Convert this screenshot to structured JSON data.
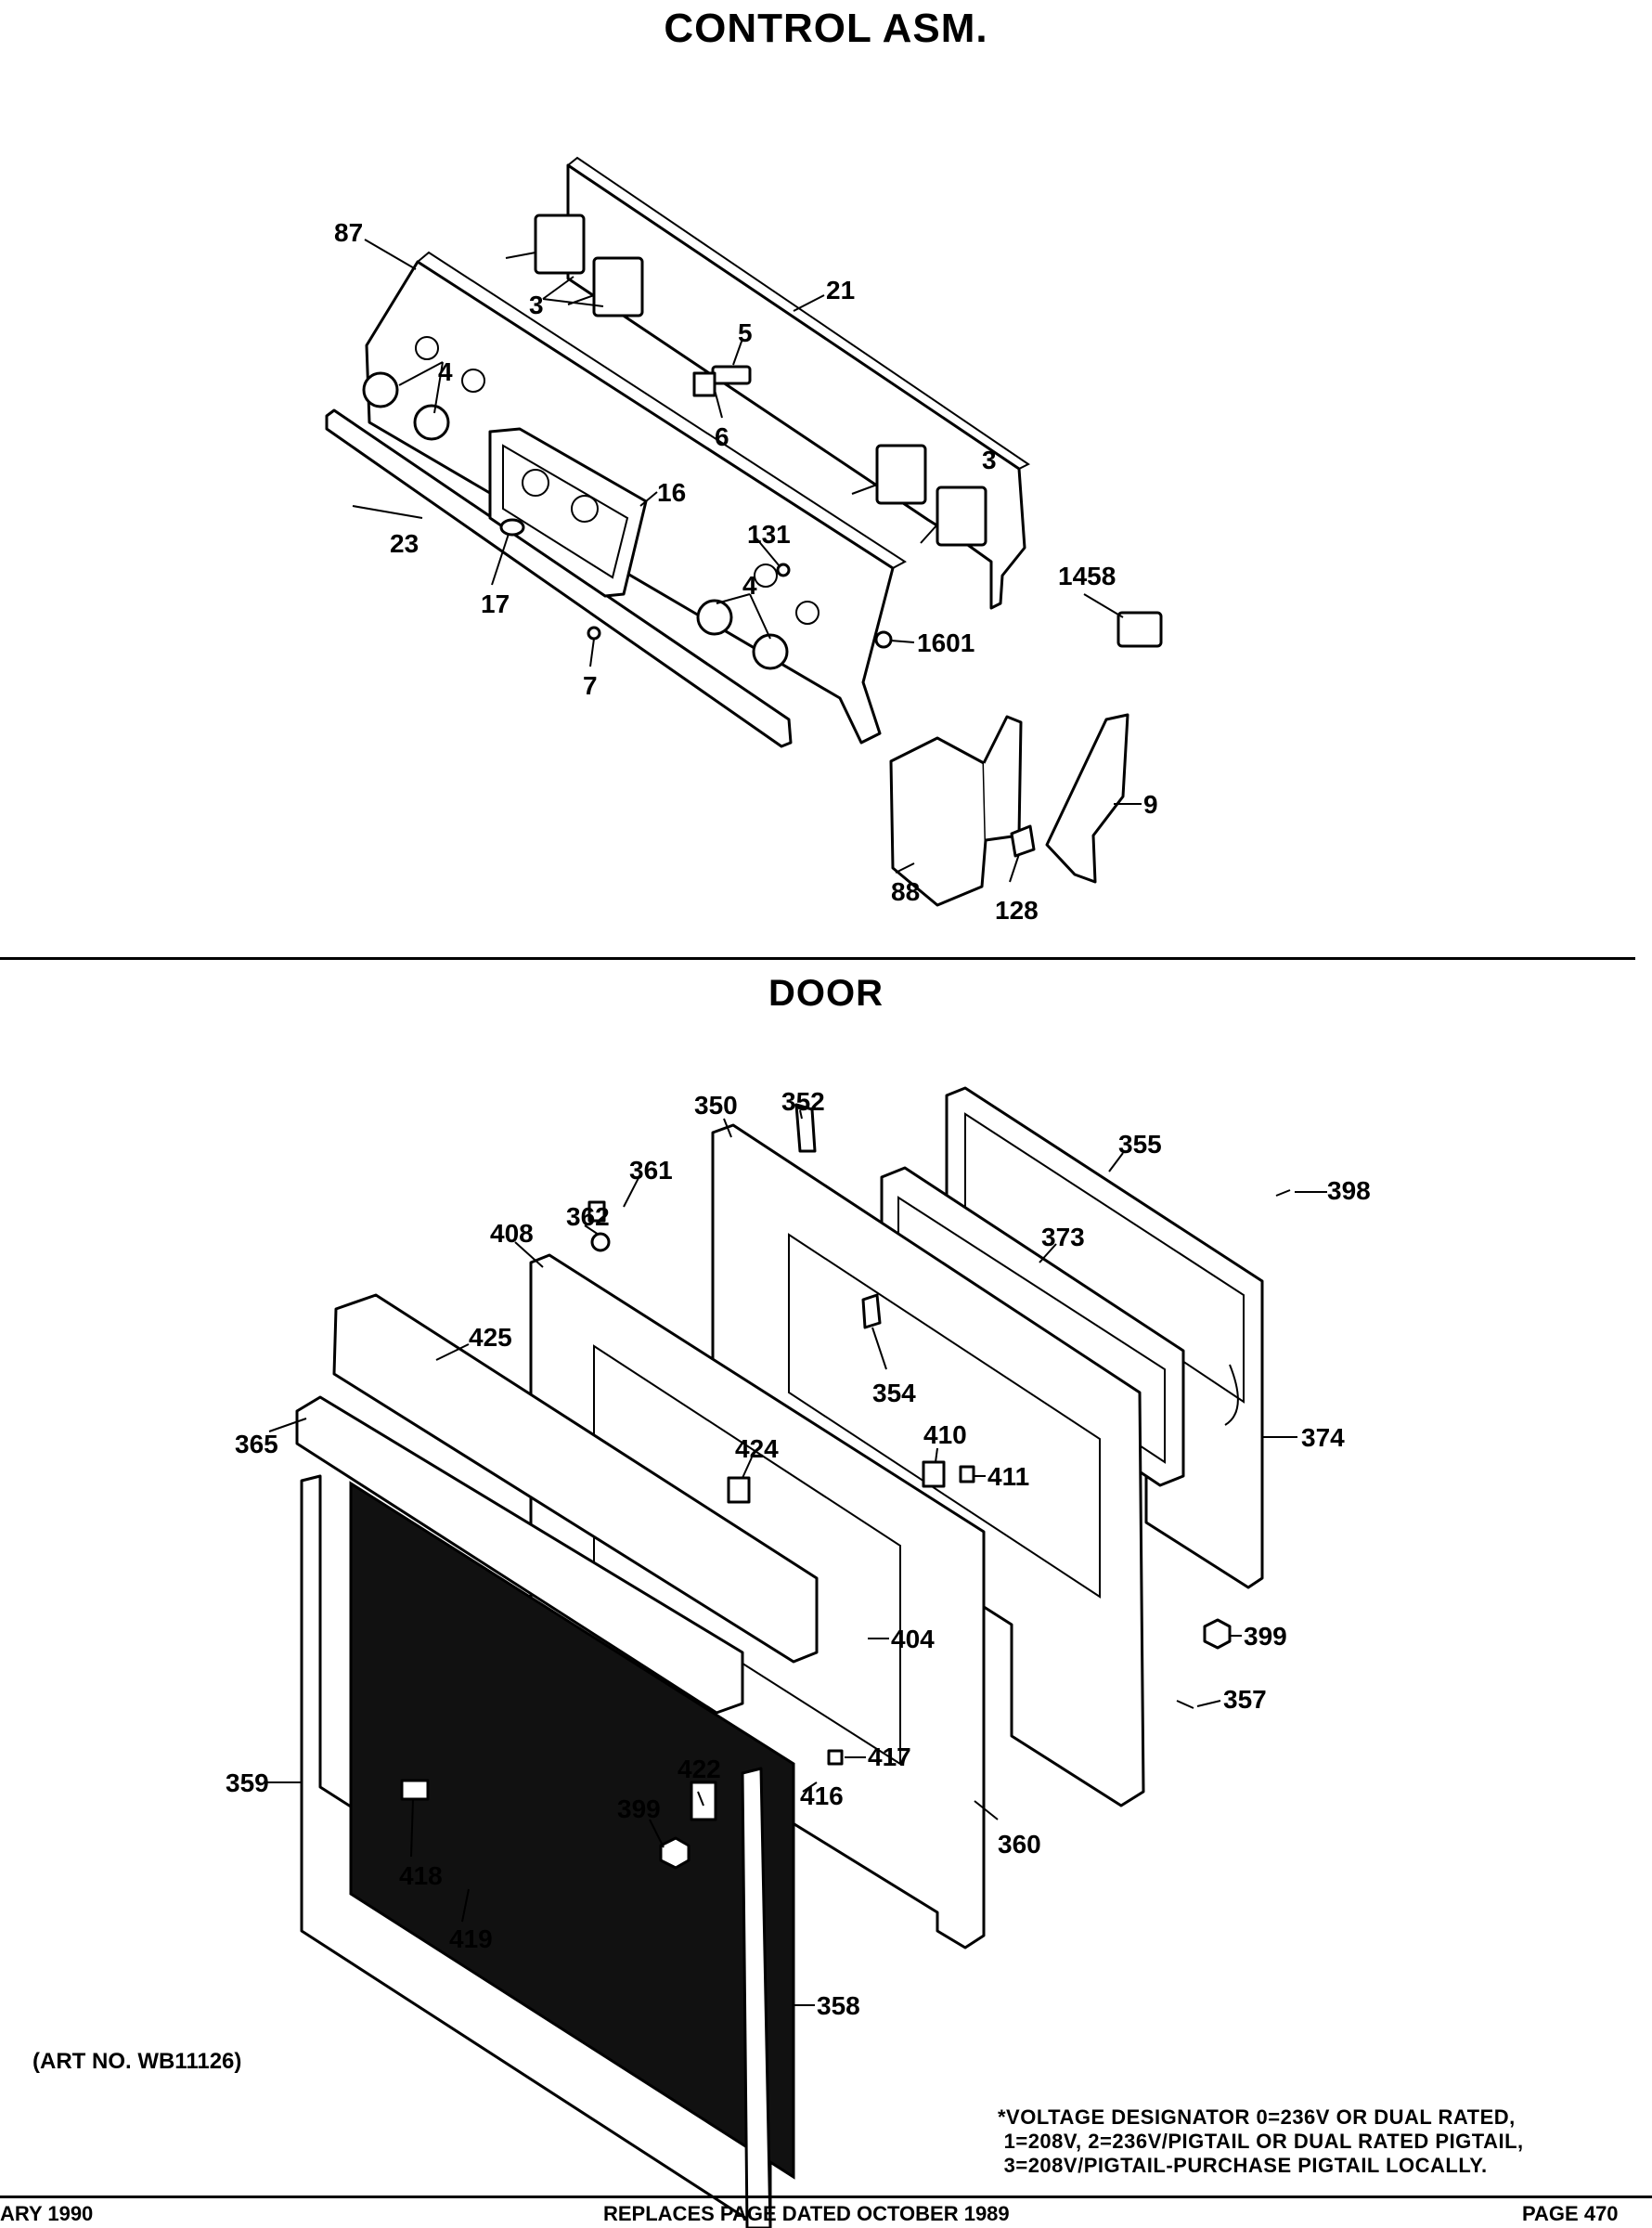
{
  "titles": {
    "control": "CONTROL ASM.",
    "door": "DOOR"
  },
  "labels": {
    "control": [
      "87",
      "3",
      "21",
      "5",
      "6",
      "4",
      "16",
      "23",
      "17",
      "131",
      "7",
      "3",
      "4",
      "1601",
      "1458",
      "9",
      "88",
      "128"
    ],
    "door": [
      "350",
      "352",
      "355",
      "398",
      "361",
      "362",
      "408",
      "373",
      "425",
      "354",
      "374",
      "365",
      "424",
      "410",
      "411",
      "404",
      "399",
      "357",
      "359",
      "422",
      "417",
      "399",
      "416",
      "360",
      "418",
      "419",
      "358"
    ]
  },
  "art_number": "(ART NO. WB11126)",
  "voltage_note": "*VOLTAGE DESIGNATOR 0=236V OR DUAL RATED,\n 1=208V, 2=236V/PIGTAIL OR DUAL RATED PIGTAIL,\n 3=208V/PIGTAIL-PURCHASE PIGTAIL LOCALLY.",
  "footer": {
    "left": "ARY 1990",
    "center": "REPLACES PAGE DATED OCTOBER 1989",
    "right": "PAGE 470"
  }
}
